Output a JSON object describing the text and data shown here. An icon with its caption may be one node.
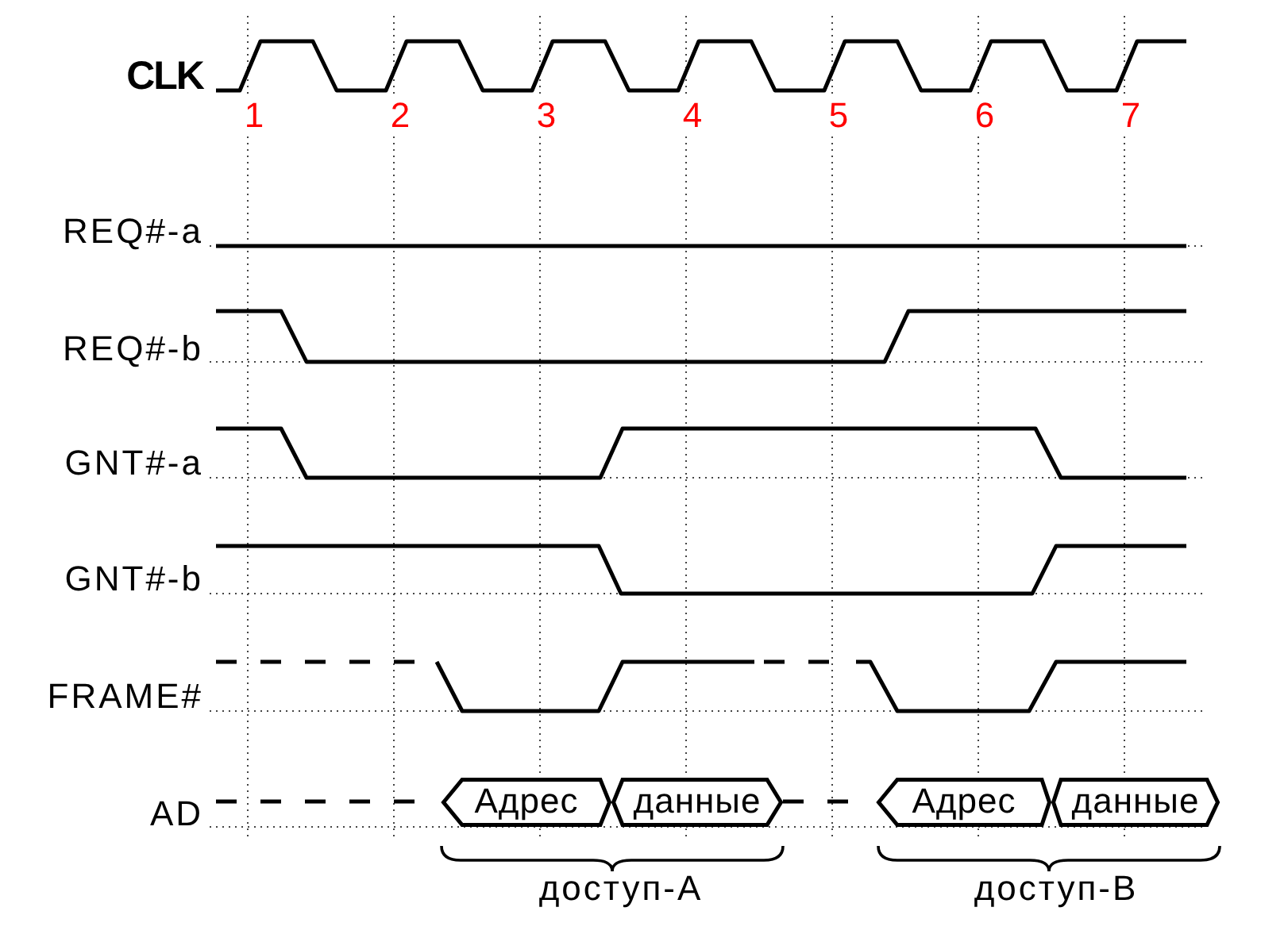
{
  "diagram": {
    "nodes": [
      {
        "text": [
          "Адрес"
        ]
      },
      {
        "text": [
          "данные"
        ]
      },
      {
        "text": [
          "Адрес"
        ]
      },
      {
        "text": [
          "данные"
        ]
      }
    ],
    "labels": [
      "CLK",
      "1",
      "2",
      "3",
      "4",
      "5",
      "6",
      "7",
      "REQ#-a",
      "REQ#-b",
      "GNT#-a",
      "GNT#-b",
      "FRAME#",
      "AD",
      "доступ-А",
      "доступ-В"
    ]
  }
}
